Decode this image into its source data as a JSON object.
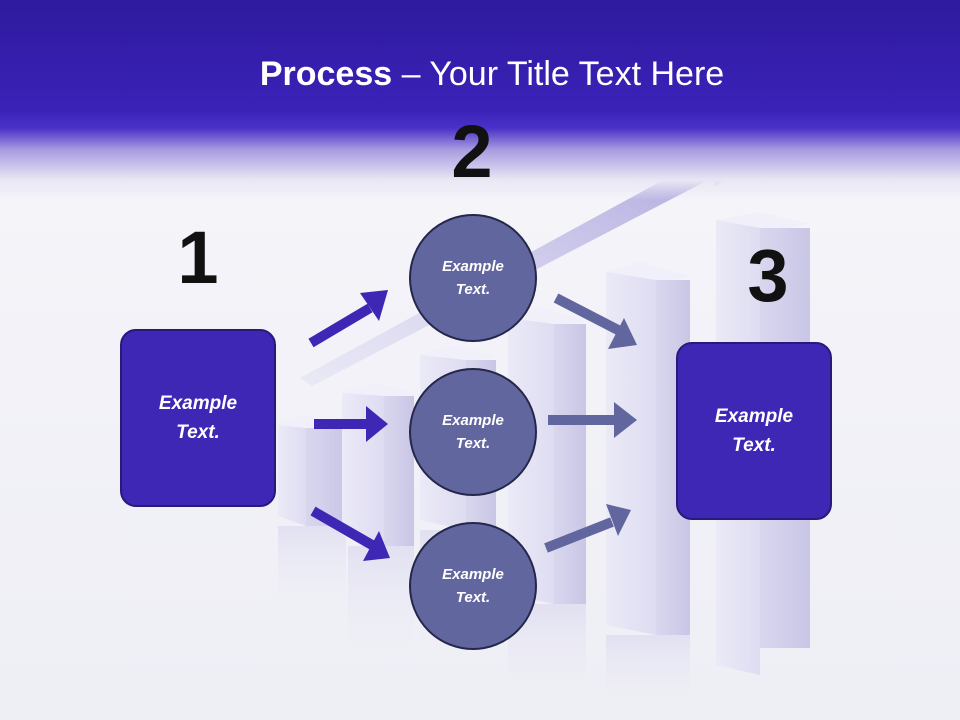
{
  "title": {
    "bold": "Process",
    "rest": " – Your Title Text Here"
  },
  "steps": [
    "1",
    "2",
    "3"
  ],
  "left_box": {
    "text": "Example Text."
  },
  "right_box": {
    "text": "Example Text."
  },
  "circles": [
    {
      "text": "Example Text."
    },
    {
      "text": "Example Text."
    },
    {
      "text": "Example Text."
    }
  ],
  "colors": {
    "header": "#3a22b8",
    "box_fill": "#3d27b4",
    "circle_fill": "#62669e",
    "left_arrows": "#3d27b4",
    "right_arrows": "#62669e"
  }
}
